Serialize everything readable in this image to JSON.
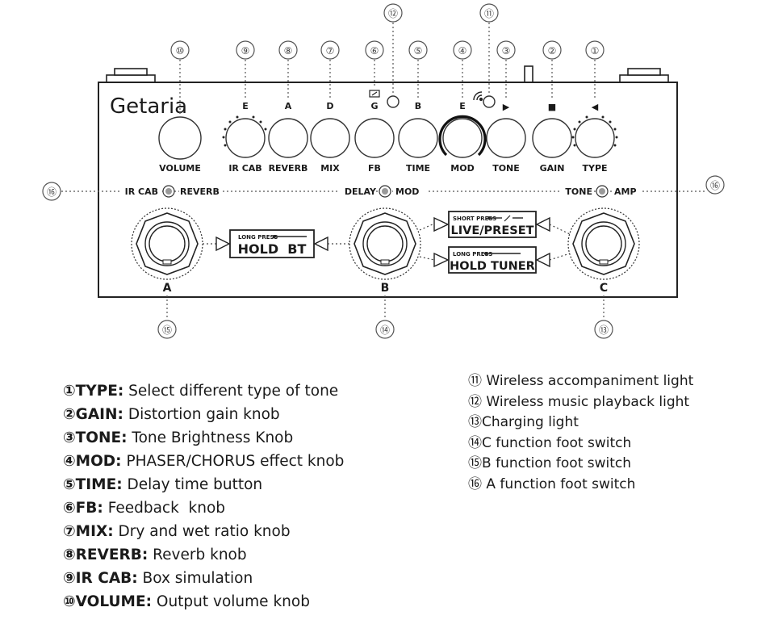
{
  "brand": "Getaria",
  "callout_numbers": [
    "①",
    "②",
    "③",
    "④",
    "⑤",
    "⑥",
    "⑦",
    "⑧",
    "⑨",
    "⑩",
    "⑪",
    "⑫",
    "⑬",
    "⑭",
    "⑮",
    "⑯"
  ],
  "knobs": [
    {
      "num": "⑩",
      "top": "",
      "label": "VOLUME"
    },
    {
      "num": "⑨",
      "top": "E",
      "label": "IR CAB"
    },
    {
      "num": "⑧",
      "top": "A",
      "label": "REVERB"
    },
    {
      "num": "⑦",
      "top": "D",
      "label": "MIX"
    },
    {
      "num": "⑥",
      "top": "G",
      "label": "FB"
    },
    {
      "num": "⑤",
      "top": "B",
      "label": "TIME"
    },
    {
      "num": "④",
      "top": "E",
      "label": "MOD"
    },
    {
      "num": "③",
      "top": "▶",
      "label": "TONE"
    },
    {
      "num": "②",
      "top": "■",
      "label": "GAIN"
    },
    {
      "num": "①",
      "top": "◀",
      "label": "TYPE"
    }
  ],
  "switch_labels": {
    "a_left": "IR CAB",
    "a_right": "REVERB",
    "b_left": "DELAY",
    "b_right": "MOD",
    "c_left": "TONE",
    "c_right": "AMP"
  },
  "footswitches": [
    "A",
    "B",
    "C"
  ],
  "boxes": {
    "hold_bt_small": "LONG PRESS",
    "hold_bt_big": "HOLD  BT",
    "live_small": "SHORT PRESS",
    "live_big": "LIVE/PRESET",
    "tuner_small": "LONG PRESS",
    "tuner_big": "HOLD TUNER"
  },
  "legend_left": [
    {
      "num": "①",
      "name": "TYPE:",
      "desc": " Select different type of tone"
    },
    {
      "num": "②",
      "name": "GAIN:",
      "desc": " Distortion gain knob"
    },
    {
      "num": "③",
      "name": "TONE:",
      "desc": " Tone Brightness Knob"
    },
    {
      "num": "④",
      "name": "MOD:",
      "desc": " PHASER/CHORUS effect knob"
    },
    {
      "num": "⑤",
      "name": "TIME:",
      "desc": " Delay time button"
    },
    {
      "num": "⑥",
      "name": "FB:",
      "desc": " Feedback  knob"
    },
    {
      "num": "⑦",
      "name": "MIX:",
      "desc": " Dry and wet ratio knob"
    },
    {
      "num": "⑧",
      "name": "REVERB:",
      "desc": " Reverb knob"
    },
    {
      "num": "⑨",
      "name": "IR CAB:",
      "desc": " Box simulation"
    },
    {
      "num": "⑩",
      "name": "VOLUME:",
      "desc": " Output volume knob"
    }
  ],
  "legend_right": [
    {
      "num": "⑪",
      "desc": " Wireless accompaniment light"
    },
    {
      "num": "⑫",
      "desc": " Wireless music playback light"
    },
    {
      "num": "⑬",
      "desc": "Charging light"
    },
    {
      "num": "⑭",
      "desc": "C function foot switch"
    },
    {
      "num": "⑮",
      "desc": "B function foot switch"
    },
    {
      "num": "⑯",
      "desc": " A function foot switch"
    }
  ]
}
